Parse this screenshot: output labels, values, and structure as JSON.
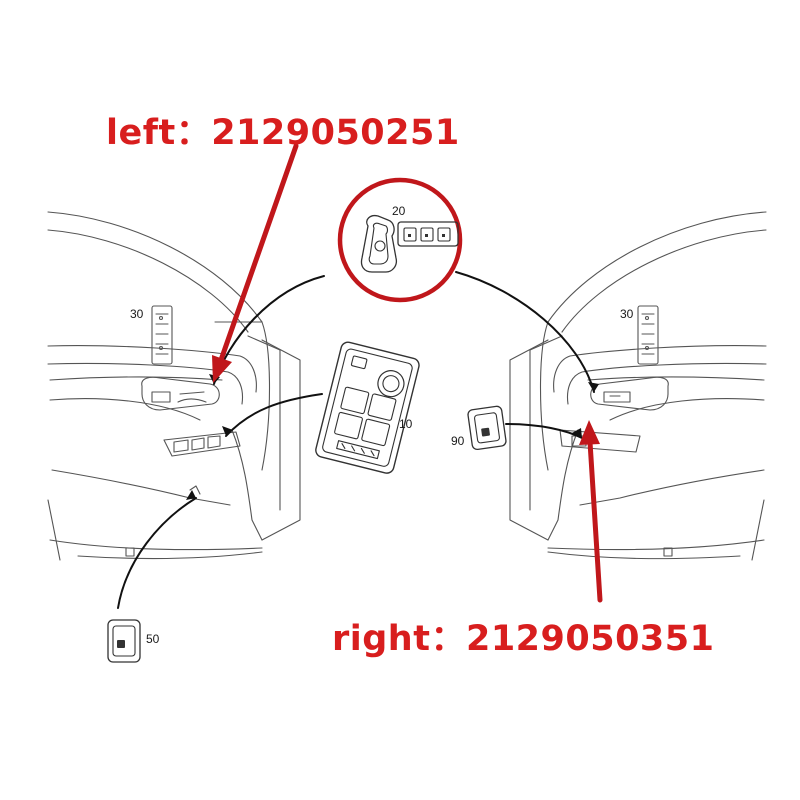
{
  "callouts": {
    "left": "left：2129050251",
    "right": "right：2129050351"
  },
  "part_numbers": {
    "seat_switch": "20",
    "window_switch_main": "10",
    "lumbar_left": "30",
    "lumbar_right": "30",
    "single_switch_rear": "50",
    "single_switch_passenger": "90"
  },
  "colors": {
    "accent_red": "#d81e1e",
    "line": "#333333"
  }
}
